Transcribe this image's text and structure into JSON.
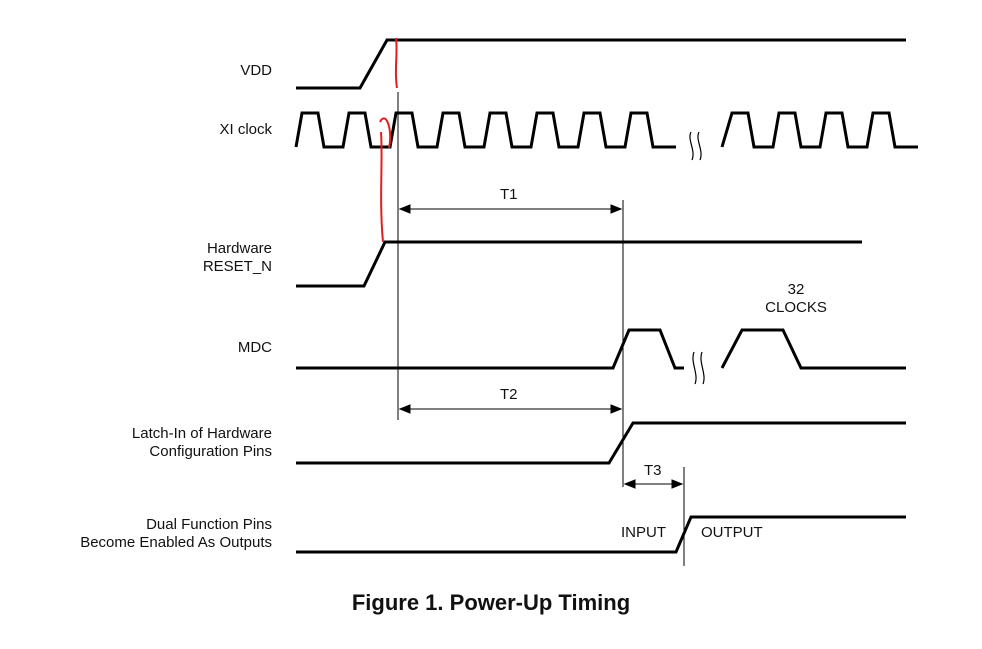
{
  "signals": {
    "vdd": "VDD",
    "xi_clock": "XI clock",
    "hw_reset_line1": "Hardware",
    "hw_reset_line2": "RESET_N",
    "mdc": "MDC",
    "latch_line1": "Latch-In of Hardware",
    "latch_line2": "Configuration Pins",
    "dual_line1": "Dual Function Pins",
    "dual_line2": "Become Enabled As Outputs"
  },
  "annotations": {
    "t1": "T1",
    "t2": "T2",
    "t3": "T3",
    "clocks_count": "32",
    "clocks_word": "CLOCKS",
    "input": "INPUT",
    "output": "OUTPUT"
  },
  "caption": "Figure 1.  Power-Up Timing",
  "colors": {
    "waveform": "#000000",
    "markup": "#e02020"
  }
}
